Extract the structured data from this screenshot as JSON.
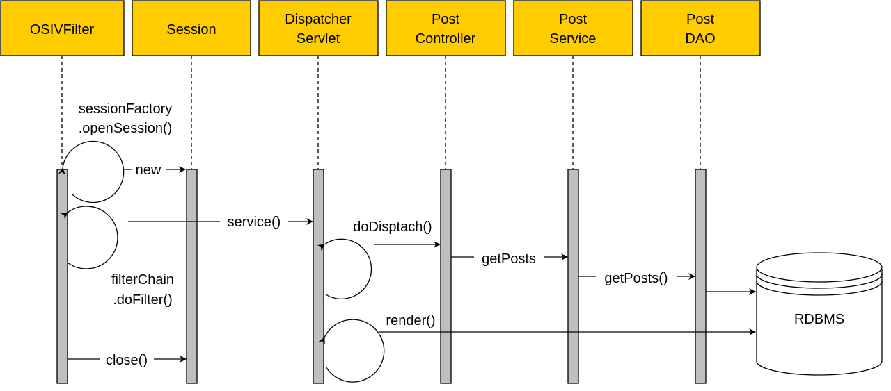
{
  "colors": {
    "participant_fill": "#FFCC00",
    "participant_stroke": "#000000",
    "activation_fill": "#BFBFBF",
    "line": "#000000",
    "database_fill": "#FFFFFF"
  },
  "participants": [
    {
      "id": "osivfilter",
      "lines": [
        "OSIVFilter"
      ]
    },
    {
      "id": "session",
      "lines": [
        "Session"
      ]
    },
    {
      "id": "dispatcher-servlet",
      "lines": [
        "Dispatcher",
        "Servlet"
      ]
    },
    {
      "id": "post-controller",
      "lines": [
        "Post",
        "Controller"
      ]
    },
    {
      "id": "post-service",
      "lines": [
        "Post",
        "Service"
      ]
    },
    {
      "id": "post-dao",
      "lines": [
        "Post",
        "DAO"
      ]
    }
  ],
  "messages": {
    "open_session": [
      "sessionFactory",
      ".openSession()"
    ],
    "new": "new",
    "service": "service()",
    "filter_chain": [
      "filterChain",
      ".doFilter()"
    ],
    "do_dispatch": "doDisptach()",
    "get_posts_1": "getPosts",
    "get_posts_2": "getPosts()",
    "render": "render()",
    "close": "close()"
  },
  "database": {
    "label": "RDBMS",
    "icon": "database-cylinder-icon"
  }
}
